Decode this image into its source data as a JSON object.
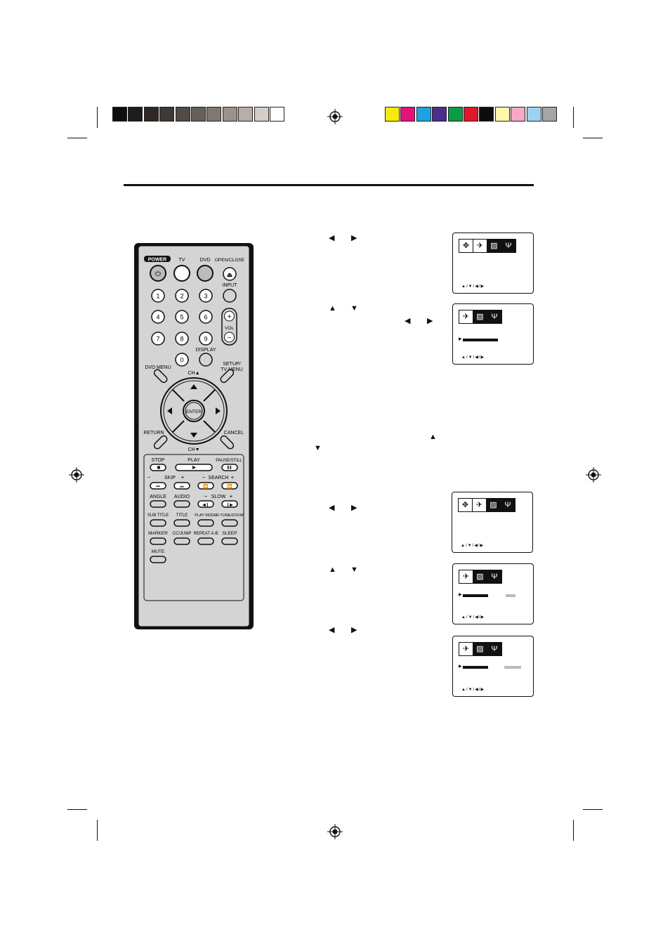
{
  "swatches": {
    "gray": [
      "#0e0e0e",
      "#1f1c1b",
      "#2d2826",
      "#3f3a37",
      "#514b47",
      "#655f59",
      "#7f7871",
      "#9a928b",
      "#b6aea7",
      "#d4cec9",
      "#ffffff"
    ],
    "color": [
      "#f4ec08",
      "#e4117a",
      "#1fa3e0",
      "#4b2e8c",
      "#0f9a46",
      "#e0172a",
      "#0d0d0d",
      "#fff6a7",
      "#f3a8c6",
      "#9fd2f0",
      "#a6a6a6"
    ]
  },
  "remote": {
    "power": "POWER",
    "tv": "TV",
    "dvd": "DVD",
    "open_close": "OPEN/CLOSE",
    "input": "INPUT",
    "vol": "VOL",
    "display": "DISPLAY",
    "dvd_menu": "DVD MENU",
    "setup1": "SETUP/",
    "setup2": "TV MENU",
    "ch_up": "CH▲",
    "ch_down": "CH▼",
    "enter": "ENTER",
    "return": "RETURN",
    "cancel": "CANCEL",
    "stop": "STOP",
    "play": "PLAY",
    "pause": "PAUSE/STILL",
    "skip": "SKIP",
    "search": "SEARCH",
    "angle": "ANGLE",
    "audio": "AUDIO",
    "slow": "SLOW",
    "subtitle": "SUB TITLE",
    "title": "TITLE",
    "playmode": "PLAY MODE",
    "rtune": "R-TUNE/ZOOM",
    "marker": "MARKER",
    "ccjump": "CC/JUMP",
    "repeat": "REPEAT A-B",
    "sleep": "SLEEP",
    "mute": "MUTE",
    "digits": [
      "1",
      "2",
      "3",
      "4",
      "5",
      "6",
      "7",
      "8",
      "9",
      "0"
    ],
    "minus": "−",
    "plus": "+"
  },
  "glyphs": {
    "left": "◀",
    "right": "▶",
    "up": "▲",
    "down": "▼",
    "or": "/"
  },
  "screens": {
    "nav": "▲/▼/◀/▶"
  }
}
